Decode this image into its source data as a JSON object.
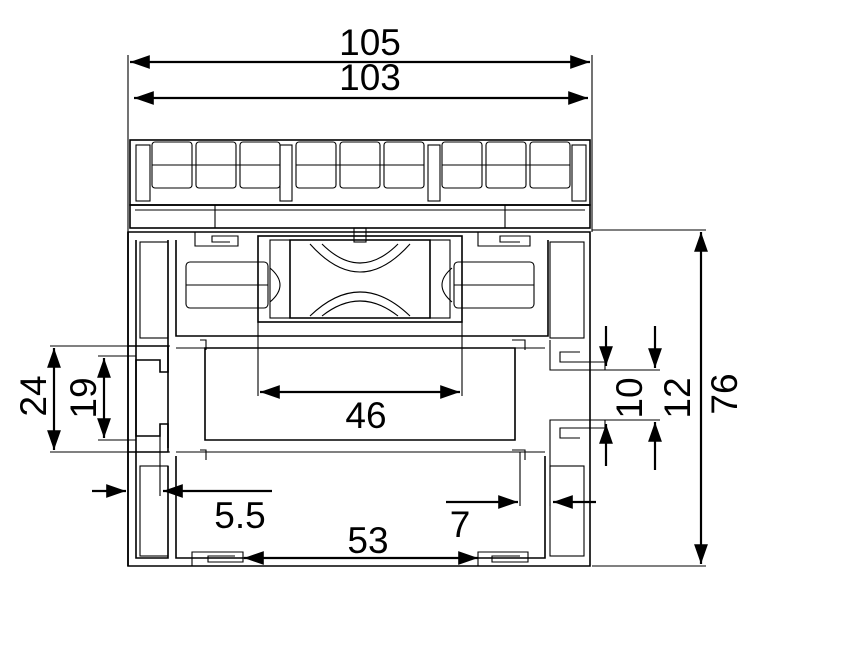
{
  "dimensions": {
    "overall_width": "105",
    "inner_width": "103",
    "roller_spacing": "46",
    "bottom_track": "53",
    "left_outer": "24",
    "left_inner": "19",
    "left_gap": "5.5",
    "right_gap": "7",
    "right_small": "10",
    "right_mid": "12",
    "overall_height": "76"
  },
  "icons": {
    "arrow": "arrowhead-icon",
    "roller": "roller-icon"
  },
  "colors": {
    "line": "#000000",
    "background": "#ffffff"
  }
}
